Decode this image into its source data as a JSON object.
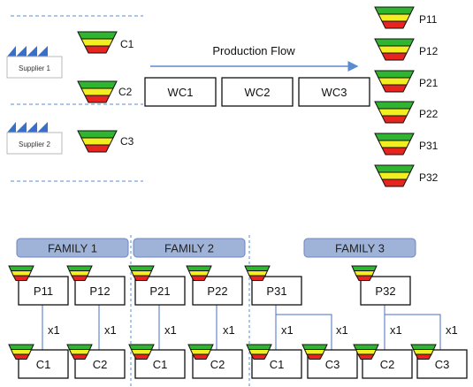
{
  "colors": {
    "green": "#2FB52F",
    "yellow": "#F2EE1F",
    "red": "#E8241E",
    "family_fill": "#9FB3D9",
    "family_stroke": "#6F86BE",
    "connector": "#4472C4",
    "dashed": "#5B8BD0",
    "arrow": "#5B8BD0",
    "factory": "#3A6FC8"
  },
  "top": {
    "suppliers": [
      {
        "label": "Supplier 1"
      },
      {
        "label": "Supplier 2"
      }
    ],
    "components": [
      "C1",
      "C2",
      "C3"
    ],
    "flow_label": "Production Flow",
    "workcenters": [
      "WC1",
      "WC2",
      "WC3"
    ],
    "products": [
      "P11",
      "P12",
      "P21",
      "P22",
      "P31",
      "P32"
    ]
  },
  "bottom": {
    "families": [
      {
        "name": "FAMILY 1",
        "products": [
          "P11",
          "P12"
        ]
      },
      {
        "name": "FAMILY 2",
        "products": [
          "P21",
          "P22"
        ]
      },
      {
        "name": "FAMILY 3",
        "products": [
          "P31",
          "P32"
        ]
      }
    ],
    "multiplier": "x1",
    "component_row": [
      "C1",
      "C2",
      "C1",
      "C2",
      "C1",
      "C3",
      "C2",
      "C3"
    ]
  }
}
